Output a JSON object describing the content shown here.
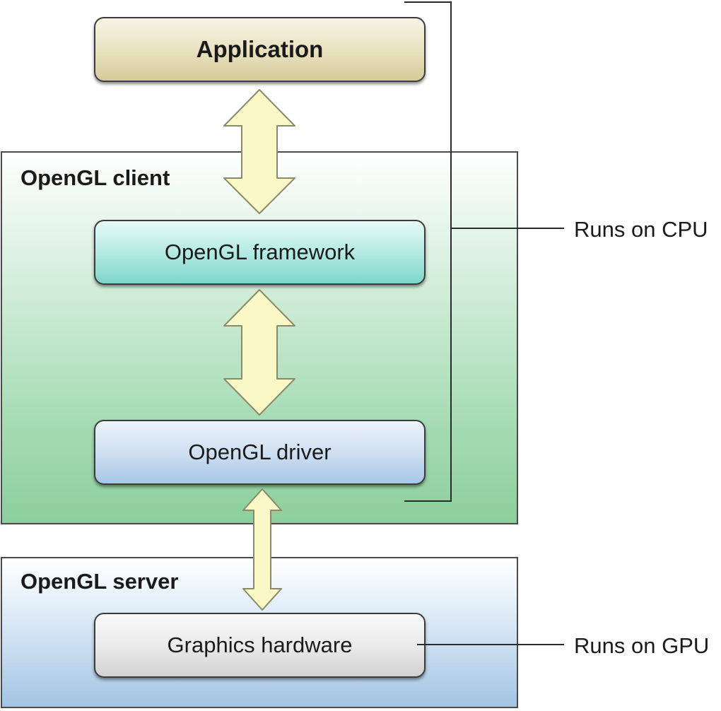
{
  "diagram": {
    "application": "Application",
    "client": {
      "title": "OpenGL client",
      "framework": "OpenGL framework",
      "driver": "OpenGL driver"
    },
    "server": {
      "title": "OpenGL server",
      "hardware": "Graphics hardware"
    },
    "annotations": {
      "cpu": "Runs on CPU",
      "gpu": "Runs on GPU"
    },
    "colors": {
      "arrow_fill": "#f9f8c6",
      "arrow_stroke": "#8a8a6a",
      "client_bg": "#8ccf9c",
      "server_bg": "#a3c4e4",
      "application_bg": "#d4cb98",
      "framework_bg": "#7fd6ca",
      "driver_bg": "#a8c6e6",
      "hardware_bg": "#d2d2d2"
    }
  }
}
